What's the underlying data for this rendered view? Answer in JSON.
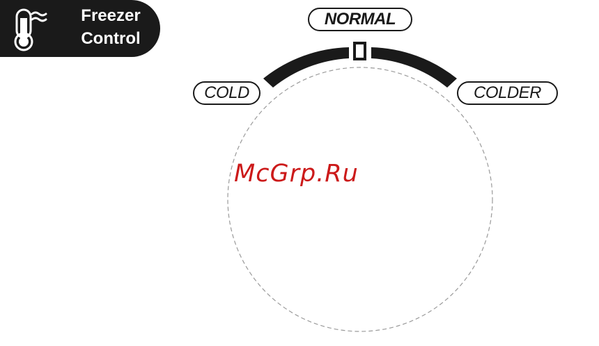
{
  "badge": {
    "line1": "Freezer",
    "line2": "Control",
    "icon": "thermometer-icon",
    "background": "#1a1a1a",
    "text_color": "#ffffff"
  },
  "dial": {
    "labels": {
      "normal": "NORMAL",
      "cold": "COLD",
      "colder": "COLDER"
    },
    "arc_color": "#1a1a1a"
  },
  "watermark": "McGrp.Ru",
  "watermark_color": "#cc1a1a"
}
